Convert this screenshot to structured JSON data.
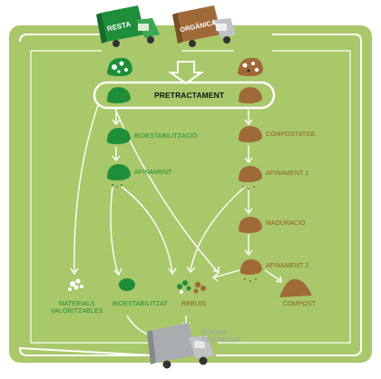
{
  "trucks": {
    "resta": "RESTA",
    "organica": "ORGÀNICA",
    "deposit": "DIPÒSIT\nCONTROLAT"
  },
  "process": {
    "pretractament": "PRETRACTAMENT",
    "green_steps": [
      "BIOESTABILITZACIÓ",
      "AFINAMENT"
    ],
    "brown_steps": [
      "COMPOSTATGE",
      "AFINAMENT 1",
      "MADURACIÓ",
      "AFINAMENT 2"
    ]
  },
  "outputs": {
    "materials": "MATERIALS\nVALORITZABLES",
    "bioestabilitzat": "BIOESTABILITZAT",
    "rebuig": "REBUIG",
    "compost": "COMPOST"
  },
  "colors": {
    "background": "#a8c86a",
    "green": "#1f8e3a",
    "brown": "#a06a38",
    "arrow": "#ffffff",
    "truck_grey": "#a9adb0"
  }
}
